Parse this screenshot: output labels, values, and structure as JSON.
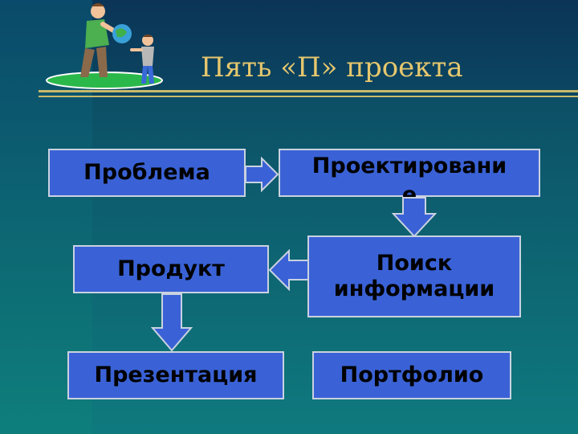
{
  "title": "Пять «П» проекта",
  "boxes": {
    "problem": "Проблема",
    "design": "Проектировани\nе",
    "search": "Поиск\nинформации",
    "product": "Продукт",
    "presentation": "Презентация",
    "portfolio": "Портфолио"
  },
  "colors": {
    "box_fill": "#3a62d6",
    "title_color": "#e6c76e",
    "rule_color": "#c9b96a"
  },
  "icons": [
    "father-child-globe-clipart",
    "arrow-right",
    "arrow-down",
    "arrow-left"
  ]
}
